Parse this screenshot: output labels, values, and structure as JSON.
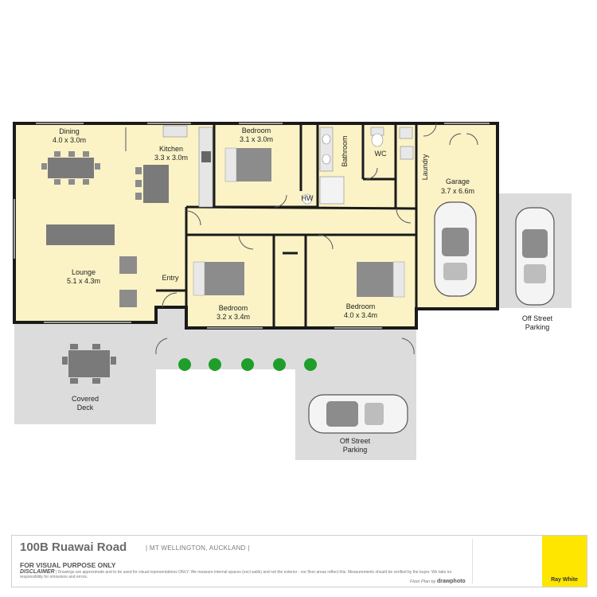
{
  "rooms": {
    "dining": {
      "name": "Dining",
      "size": "4.0 x 3.0m"
    },
    "kitchen": {
      "name": "Kitchen",
      "size": "3.3 x 3.0m"
    },
    "bedroom1": {
      "name": "Bedroom",
      "size": "3.1 x 3.0m"
    },
    "bathroom": {
      "name": "Bathroom"
    },
    "wc": {
      "name": "WC"
    },
    "laundry": {
      "name": "Laundry"
    },
    "garage": {
      "name": "Garage",
      "size": "3.7 x 6.6m"
    },
    "lounge": {
      "name": "Lounge",
      "size": "5.1 x 4.3m"
    },
    "entry": {
      "name": "Entry"
    },
    "bedroom2": {
      "name": "Bedroom",
      "size": "3.2 x 3.4m"
    },
    "bedroom3": {
      "name": "Bedroom",
      "size": "4.0 x 3.4m"
    },
    "deck": {
      "line1": "Covered",
      "line2": "Deck"
    },
    "parking_right": {
      "line1": "Off Street",
      "line2": "Parking"
    },
    "parking_bottom": {
      "line1": "Off Street",
      "line2": "Parking"
    },
    "hw": "HW"
  },
  "footer": {
    "address": "100B Ruawai Road",
    "location": "| MT WELLINGTON, AUCKLAND |",
    "visual_only": "FOR VISUAL PURPOSE ONLY",
    "disclaimer_label": "DISCLAIMER",
    "disclaimer_text": "| Drawings are approximate and to be used for visual representations ONLY. We measure internal spaces (excl walls) and not the exterior - our floor areas reflect this. Measurements should be verified by the buyer. We take no responsibility for omissions and errors.",
    "credit_prefix": "Floor Plan by",
    "credit_brand": "drawphoto",
    "agency": "Ray White"
  },
  "colors": {
    "floor": "#fbf3c6",
    "wall": "#1a1a1a",
    "outdoor": "#dcdcdc",
    "furniture": "#8c8c8c",
    "plants": "#1f9e2a",
    "logo": "#ffe600"
  }
}
